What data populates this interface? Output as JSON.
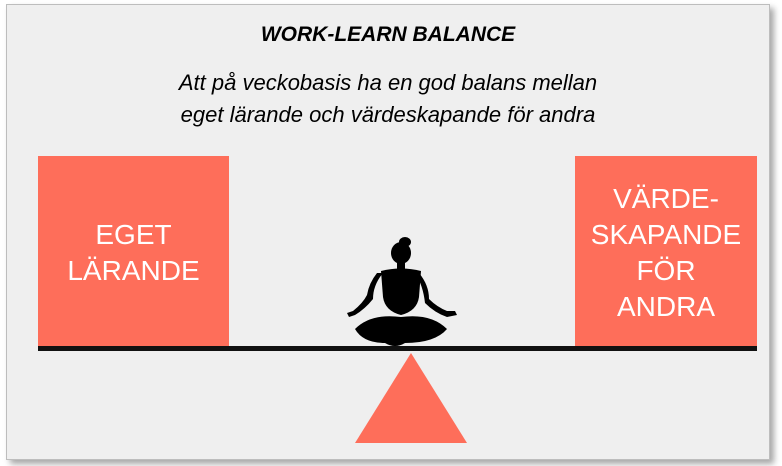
{
  "header": {
    "title": "WORK-LEARN BALANCE",
    "subtitle_lines": [
      "Att på veckobasis ha en god balans mellan",
      "eget lärande och värdeskapande för andra"
    ]
  },
  "left_box": {
    "lines": [
      "EGET",
      "LÄRANDE"
    ]
  },
  "right_box": {
    "lines": [
      "VÄRDE-",
      "SKAPANDE",
      "FÖR",
      "ANDRA"
    ]
  },
  "figure_icon": "meditating-person-icon",
  "colors": {
    "box": "#fe6e5a",
    "fulcrum": "#fe6e5a",
    "beam": "#111111",
    "background": "#efefef"
  }
}
